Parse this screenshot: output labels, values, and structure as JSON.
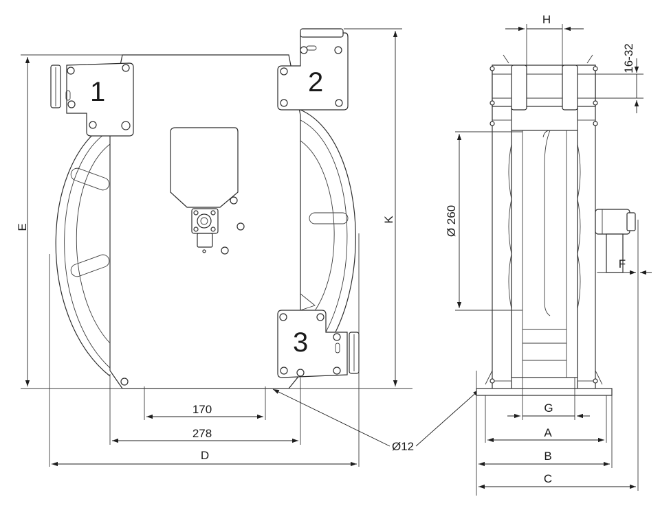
{
  "labels": {
    "bracket_1": "1",
    "bracket_2": "2",
    "bracket_3": "3",
    "dim_170": "170",
    "dim_278": "278",
    "dim_D": "D",
    "dim_E": "E",
    "dim_K": "K",
    "dim_hole": "Ø12",
    "dim_diameter": "Ø 260",
    "dim_H": "H",
    "dim_16_32": "16-32",
    "dim_F": "F",
    "dim_G": "G",
    "dim_A": "A",
    "dim_B": "B",
    "dim_C": "C"
  }
}
